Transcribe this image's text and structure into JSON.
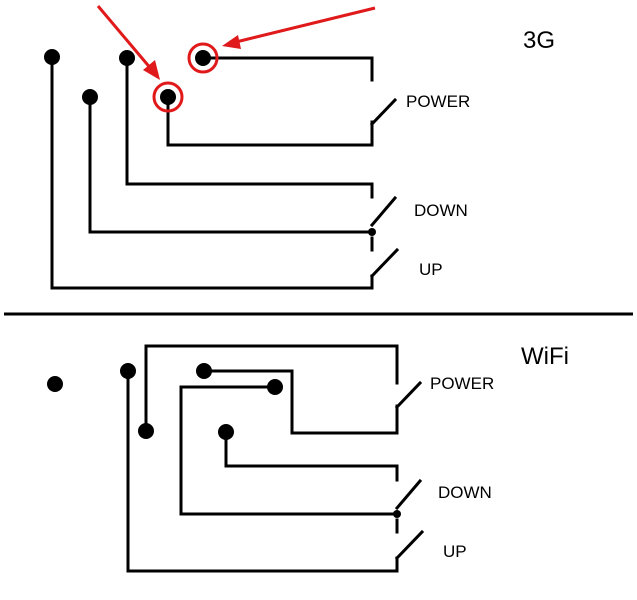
{
  "section_3g": {
    "title": "3G",
    "labels": {
      "power": "POWER",
      "down": "DOWN",
      "up": "UP"
    }
  },
  "section_wifi": {
    "title": "WiFi",
    "labels": {
      "power": "POWER",
      "down": "DOWN",
      "up": "UP"
    }
  },
  "colors": {
    "wire": "#000000",
    "annotation": "#e0191b",
    "background": "#ffffff"
  }
}
